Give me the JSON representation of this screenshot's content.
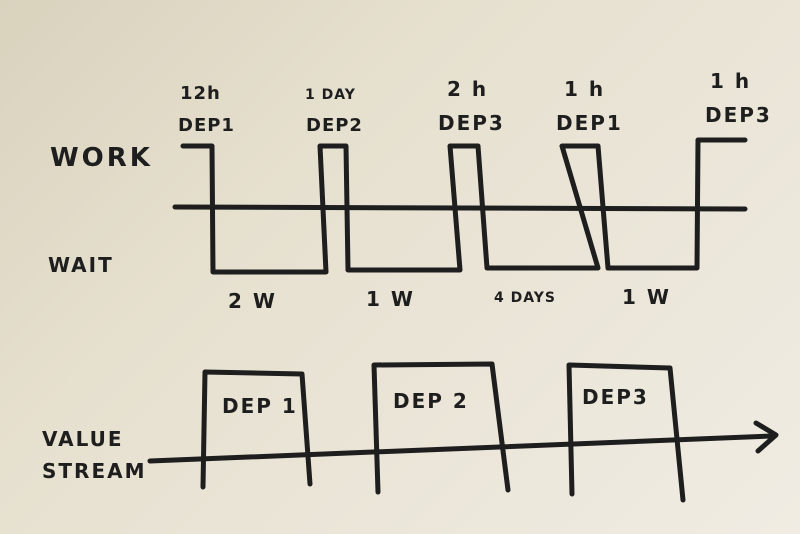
{
  "row_labels": {
    "work": "WORK",
    "wait": "WAIT",
    "value_stream_line1": "VALUE",
    "value_stream_line2": "STREAM"
  },
  "work_periods": [
    {
      "duration": "12h",
      "dept": "DEP1"
    },
    {
      "duration": "1 DAY",
      "dept": "DEP2"
    },
    {
      "duration": "2 h",
      "dept": "DEP3"
    },
    {
      "duration": "1 h",
      "dept": "DEP1"
    },
    {
      "duration": "1 h",
      "dept": "DEP3"
    }
  ],
  "wait_periods": [
    "2 W",
    "1 W",
    "4 DAYS",
    "1 W"
  ],
  "value_stream_blocks": [
    "DEP 1",
    "DEP 2",
    "DEP3"
  ],
  "colors": {
    "ink": "#1e1e1e",
    "paper": "#ece7dc"
  }
}
